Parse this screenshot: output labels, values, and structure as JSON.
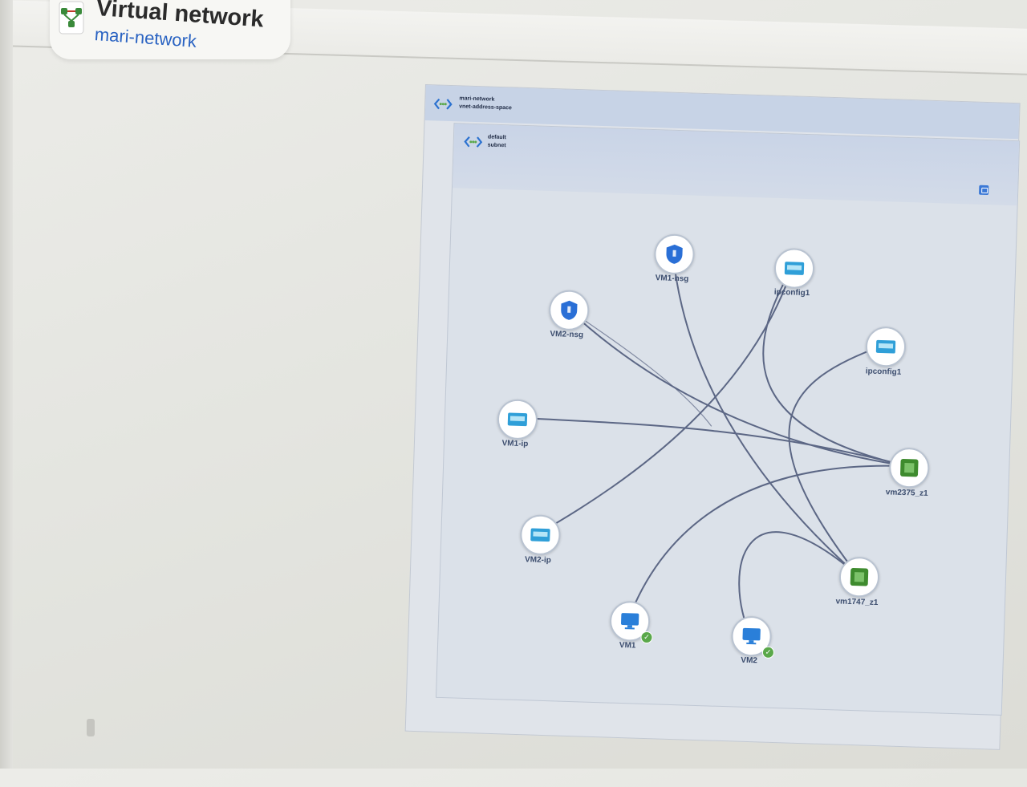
{
  "header": {
    "title": "Virtual network",
    "subtitle": "mari-network",
    "icon": "virtual-network-icon"
  },
  "diagram": {
    "outer_panel": {
      "line1": "mari-network",
      "line2": "vnet-address-space",
      "icon": "vnet-icon"
    },
    "inner_panel": {
      "line1": "default",
      "line2": "subnet",
      "icon": "vnet-icon",
      "button_icon": "panel-icon"
    },
    "nodes": [
      {
        "label": "VM1-nsg",
        "icon": "nsg-shield-icon"
      },
      {
        "label": "ipconfig1",
        "icon": "nic-icon"
      },
      {
        "label": "VM2-nsg",
        "icon": "nsg-shield-icon"
      },
      {
        "label": "ipconfig1",
        "icon": "nic-icon"
      },
      {
        "label": "VM1-ip",
        "icon": "nic-icon"
      },
      {
        "label": "vm2375_z1",
        "icon": "network-interface-icon"
      },
      {
        "label": "VM2-ip",
        "icon": "nic-icon"
      },
      {
        "label": "vm1747_z1",
        "icon": "network-interface-icon"
      },
      {
        "label": "VM1",
        "icon": "vm-icon",
        "status": "running"
      },
      {
        "label": "VM2",
        "icon": "vm-icon",
        "status": "running"
      }
    ],
    "colors": {
      "nsg": "#2a6fd6",
      "nic": "#2f9fd8",
      "interface": "#3e8b2e",
      "vm": "#2a7fd9",
      "link": "#5c6785",
      "status_ok": "#5aa84a"
    }
  }
}
